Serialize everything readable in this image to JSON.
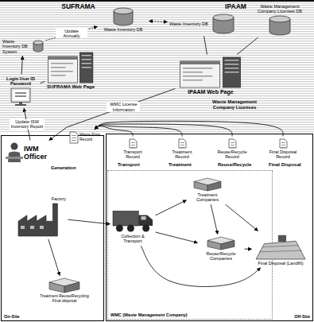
{
  "diagram": {
    "nodes": [
      {
        "text": [
          "SUFRAMA"
        ]
      },
      {
        "text": [
          "IPAAM"
        ]
      },
      {
        "text": [
          "On-Site"
        ]
      },
      {
        "text": [
          "Off-Site"
        ]
      },
      {
        "text": [
          "WMC (Waste Management Company)"
        ],
        "in": 3
      },
      {
        "text": [
          "Waste Inventory DB"
        ],
        "in": 0
      },
      {
        "text": [
          "Waste Inventory DB System"
        ],
        "in": 0
      },
      {
        "text": [
          "SUFRAMA Web Page"
        ],
        "in": 0
      },
      {
        "text": [
          "Login User ID Password"
        ],
        "in": 0
      },
      {
        "text": [
          "Waste Inventory DB"
        ],
        "in": 1
      },
      {
        "text": [
          "Waste Management Company Licenses DB"
        ],
        "in": 1
      },
      {
        "text": [
          "IPAAM Web Page"
        ],
        "in": 1
      },
      {
        "text": [
          "IWM Officer"
        ],
        "in": 2
      },
      {
        "text": [
          "Waste Flow Record"
        ],
        "in": 2
      },
      {
        "text": [
          "Factory"
        ],
        "in": 2
      },
      {
        "text": [
          "Treatment Reuse/Recycling Final disposal"
        ],
        "in": 2
      },
      {
        "text": [
          "Transport Record"
        ],
        "in": 3
      },
      {
        "text": [
          "Treatment Record"
        ],
        "in": 3
      },
      {
        "text": [
          "Reuse/Recycle Record"
        ],
        "in": 3
      },
      {
        "text": [
          "Final Disposal Record"
        ],
        "in": 3
      },
      {
        "text": [
          "Collection & Transport"
        ],
        "in": 4
      },
      {
        "text": [
          "Treatment Companies"
        ],
        "in": 4
      },
      {
        "text": [
          "Reuse/Recycle Companies"
        ],
        "in": 4
      },
      {
        "text": [
          "Final Disposal (Landfill)"
        ],
        "in": 3
      }
    ],
    "edges": [
      {
        "from": 6,
        "to": 5,
        "arrow": "to",
        "label": "Update Annually"
      },
      {
        "from": 5,
        "to": 9,
        "arrow": "both"
      },
      {
        "from": 9,
        "to": 11,
        "arrow": "none"
      },
      {
        "from": 10,
        "to": 11,
        "arrow": "none"
      },
      {
        "from": 8,
        "to": 6,
        "arrow": "to"
      },
      {
        "from": 8,
        "to": 7,
        "arrow": "none"
      },
      {
        "from": 12,
        "to": 8,
        "arrow": "to",
        "label": "Update ISW Inventory Report"
      },
      {
        "from": 11,
        "to": 12,
        "arrow": "to",
        "label": "WMC License Information"
      },
      {
        "from": 16,
        "to": 13,
        "arrow": "to"
      },
      {
        "from": 17,
        "to": 13,
        "arrow": "to"
      },
      {
        "from": 18,
        "to": 13,
        "arrow": "to"
      },
      {
        "from": 19,
        "to": 13,
        "arrow": "to"
      },
      {
        "from": 14,
        "to": 20,
        "arrow": "to"
      },
      {
        "from": 14,
        "to": 15,
        "arrow": "to"
      },
      {
        "from": 20,
        "to": 21,
        "arrow": "to"
      },
      {
        "from": 20,
        "to": 22,
        "arrow": "to"
      },
      {
        "from": 20,
        "to": 23,
        "arrow": "to"
      },
      {
        "from": 21,
        "to": 22,
        "arrow": "to"
      },
      {
        "from": 21,
        "to": 23,
        "arrow": "to"
      },
      {
        "from": 22,
        "to": 23,
        "arrow": "to"
      }
    ],
    "labels": [
      "Waste Management Company Licenses",
      "Generation",
      "Transport",
      "Treatment",
      "Reuse/Recycle",
      "Final Disposal"
    ]
  }
}
